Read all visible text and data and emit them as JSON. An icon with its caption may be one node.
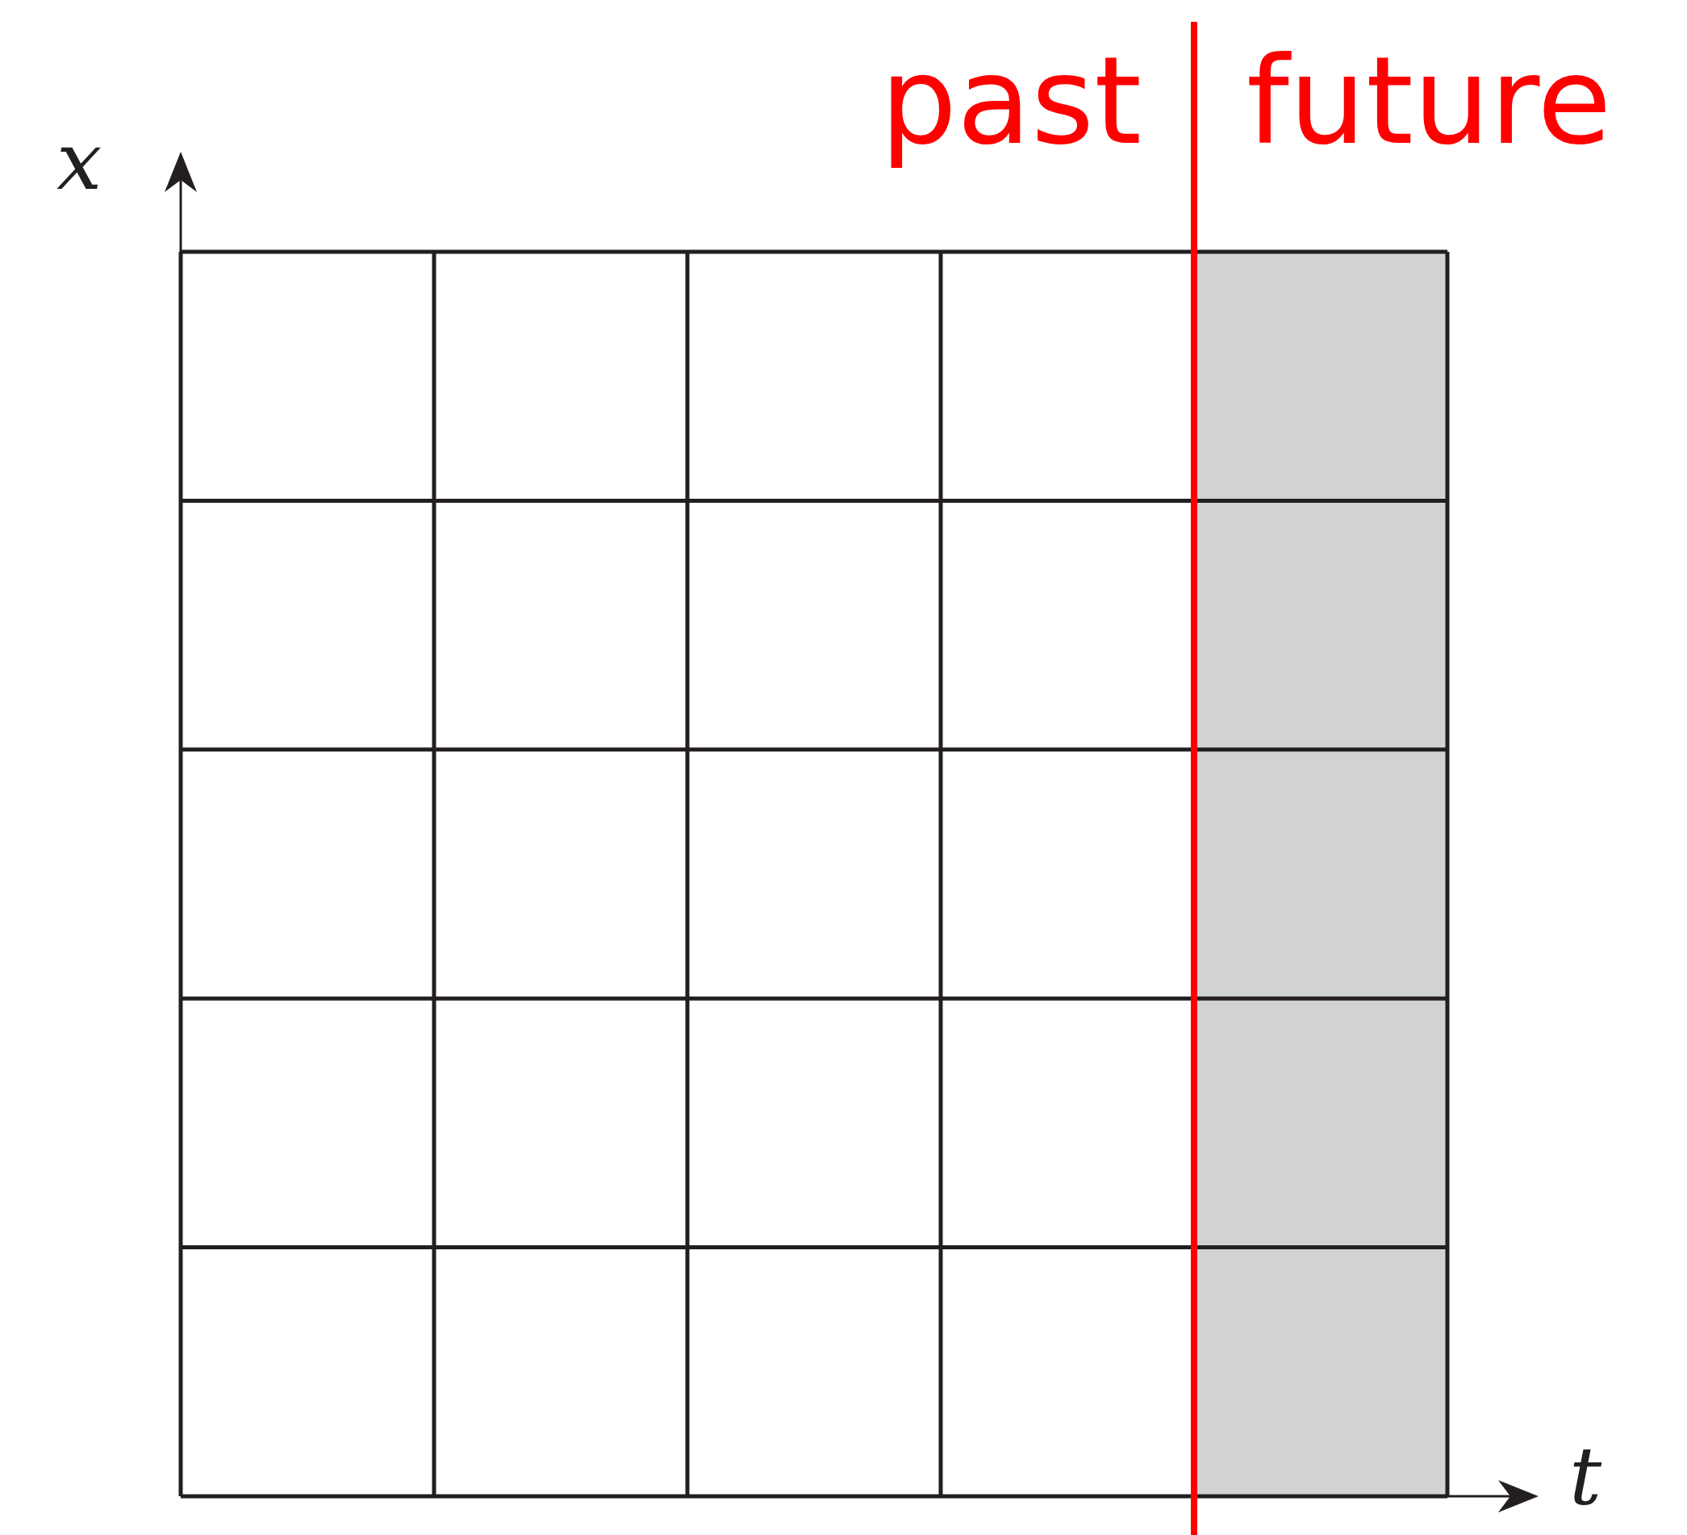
{
  "diagram": {
    "labels": [
      "x",
      "past",
      "future",
      "t"
    ]
  }
}
